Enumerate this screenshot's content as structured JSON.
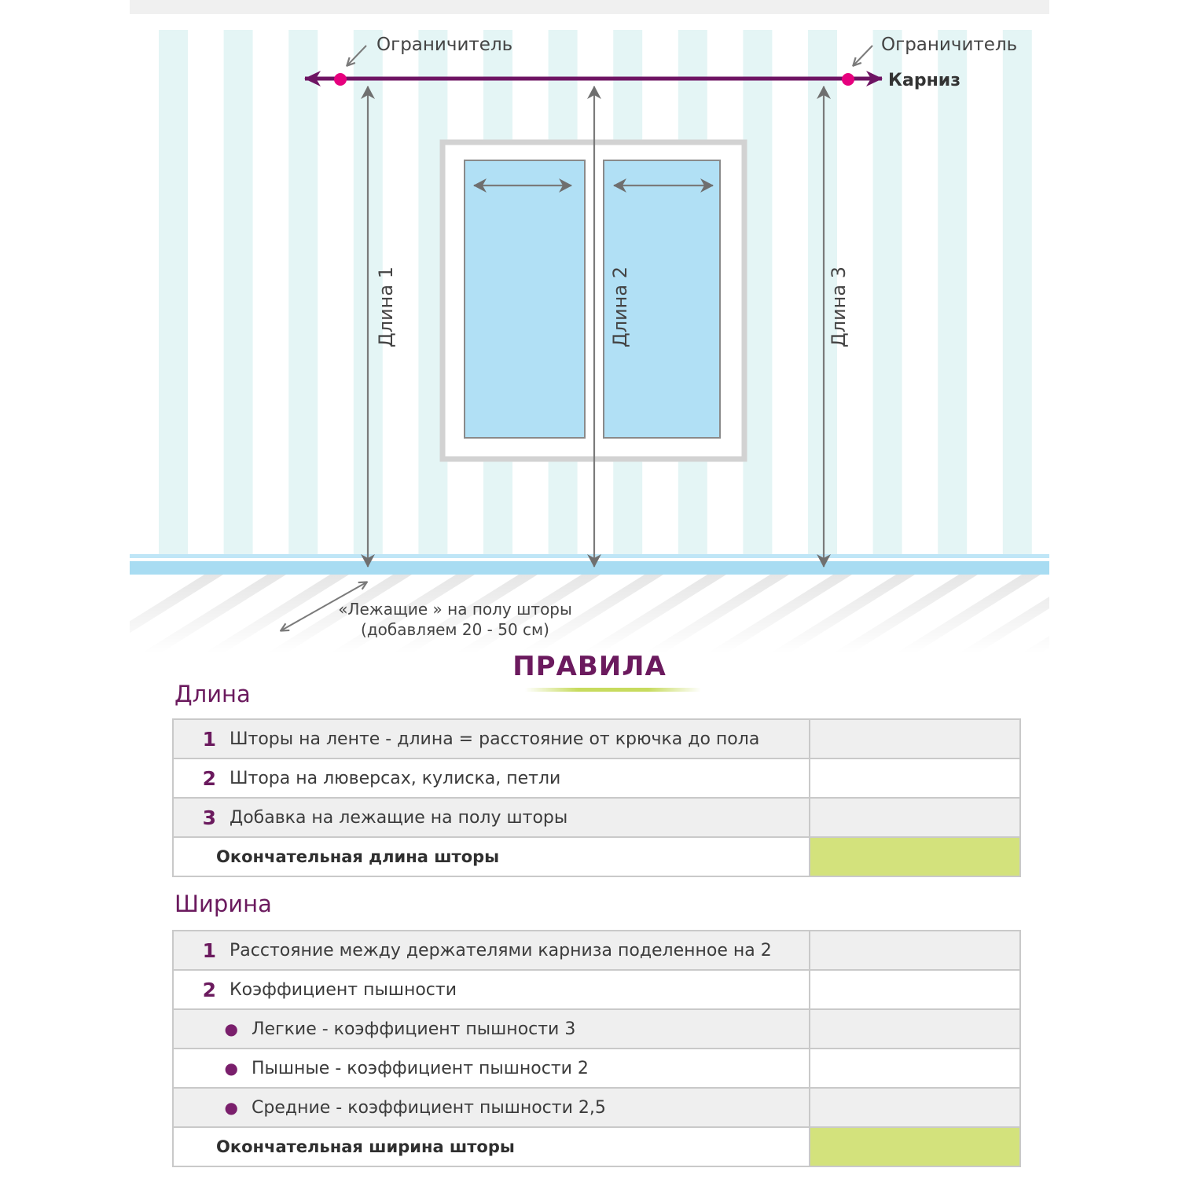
{
  "diagram": {
    "limiter_left_label": "Ограничитель",
    "limiter_right_label": "Ограничитель",
    "rod_label": "Карниз",
    "length1_label": "Длина 1",
    "length2_label": "Длина 2",
    "length3_label": "Длина 3",
    "floor_note_line1": "«Лежащие »  на полу шторы",
    "floor_note_line2": "(добавляем 20 - 50 см)"
  },
  "rules": {
    "title": "ПРАВИЛА",
    "length": {
      "title": "Длина",
      "rows": [
        {
          "num": "1",
          "text": "Шторы на ленте - длина = расстояние от крючка до пола"
        },
        {
          "num": "2",
          "text": "Штора на люверсах, кулиска, петли"
        },
        {
          "num": "3",
          "text": "Добавка на лежащие на полу шторы"
        }
      ],
      "total": "Окончательная длина шторы"
    },
    "width": {
      "title": "Ширина",
      "rows": [
        {
          "num": "1",
          "text": "Расстояние между держателями карниза поделенное на 2"
        },
        {
          "num": "2",
          "text": "Коэффициент пышности"
        }
      ],
      "bullets": [
        {
          "text": "Легкие -  коэффициент пышности 3"
        },
        {
          "text": "Пышные -  коэффициент пышности 2"
        },
        {
          "text": "Средние -  коэффициент пышности 2,5"
        }
      ],
      "total": "Окончательная ширина шторы"
    }
  },
  "colors": {
    "accent": "#6b1a5e",
    "rod": "#6e1463",
    "limiter": "#e6007e",
    "wall_stripe": "#e4f5f5",
    "glass": "#b1e0f5",
    "floor": "#a8dcf2",
    "total_fill": "#d3e27c"
  }
}
